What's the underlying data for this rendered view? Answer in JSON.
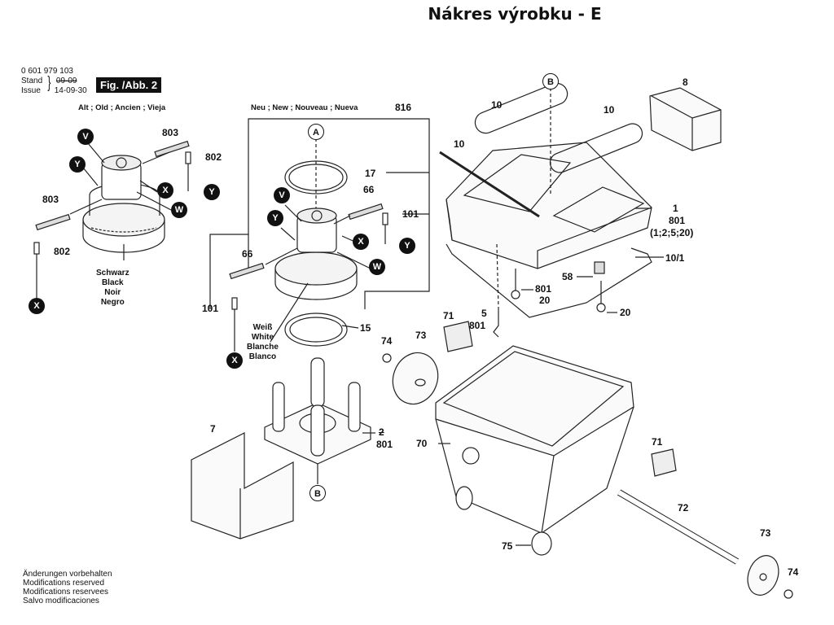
{
  "title": "Nákres výrobku - E",
  "header": {
    "part_number": "0 601 979 103",
    "stand_label": "Stand",
    "issue_label": "Issue",
    "stand_value_struck": "09-09",
    "issue_value": "14-09-30",
    "figure_label": "Fig. /Abb. 2"
  },
  "captions": {
    "old": "Alt ; Old ; Ancien ; Vieja",
    "new": "Neu ; New ; Nouveau ; Nueva"
  },
  "wire_colors": {
    "black": [
      "Schwarz",
      "Black",
      "Noir",
      "Negro"
    ],
    "white": [
      "Weiß",
      "White",
      "Blanche",
      "Blanco"
    ]
  },
  "badges": {
    "V": "V",
    "Y": "Y",
    "X": "X",
    "W": "W"
  },
  "refs": {
    "A": "A",
    "B": "B"
  },
  "part_labels": {
    "p803a": "803",
    "p802a": "802",
    "p803b": "803",
    "p802b": "802",
    "p816": "816",
    "p17": "17",
    "p66a": "66",
    "p101a": "101",
    "p66b": "66",
    "p101b": "101",
    "p15": "15",
    "p10a": "10",
    "p10b": "10",
    "p10c": "10",
    "p8": "8",
    "p1": "1",
    "p801a": "801",
    "p1group": "(1;2;5;20)",
    "p101_1": "10/1",
    "p58": "58",
    "p801b": "801",
    "p20a": "20",
    "p20b": "20",
    "p5": "5",
    "p801c": "801",
    "p71a": "71",
    "p74a": "74",
    "p73a": "73",
    "p2": "2",
    "p801d": "801",
    "p7": "7",
    "p70": "70",
    "p71b": "71",
    "p72": "72",
    "p75": "75",
    "p73b": "73",
    "p74b": "74"
  },
  "footer": [
    "Änderungen vorbehalten",
    "Modifications reserved",
    "Modifications reservees",
    "Salvo modificaciones"
  ]
}
